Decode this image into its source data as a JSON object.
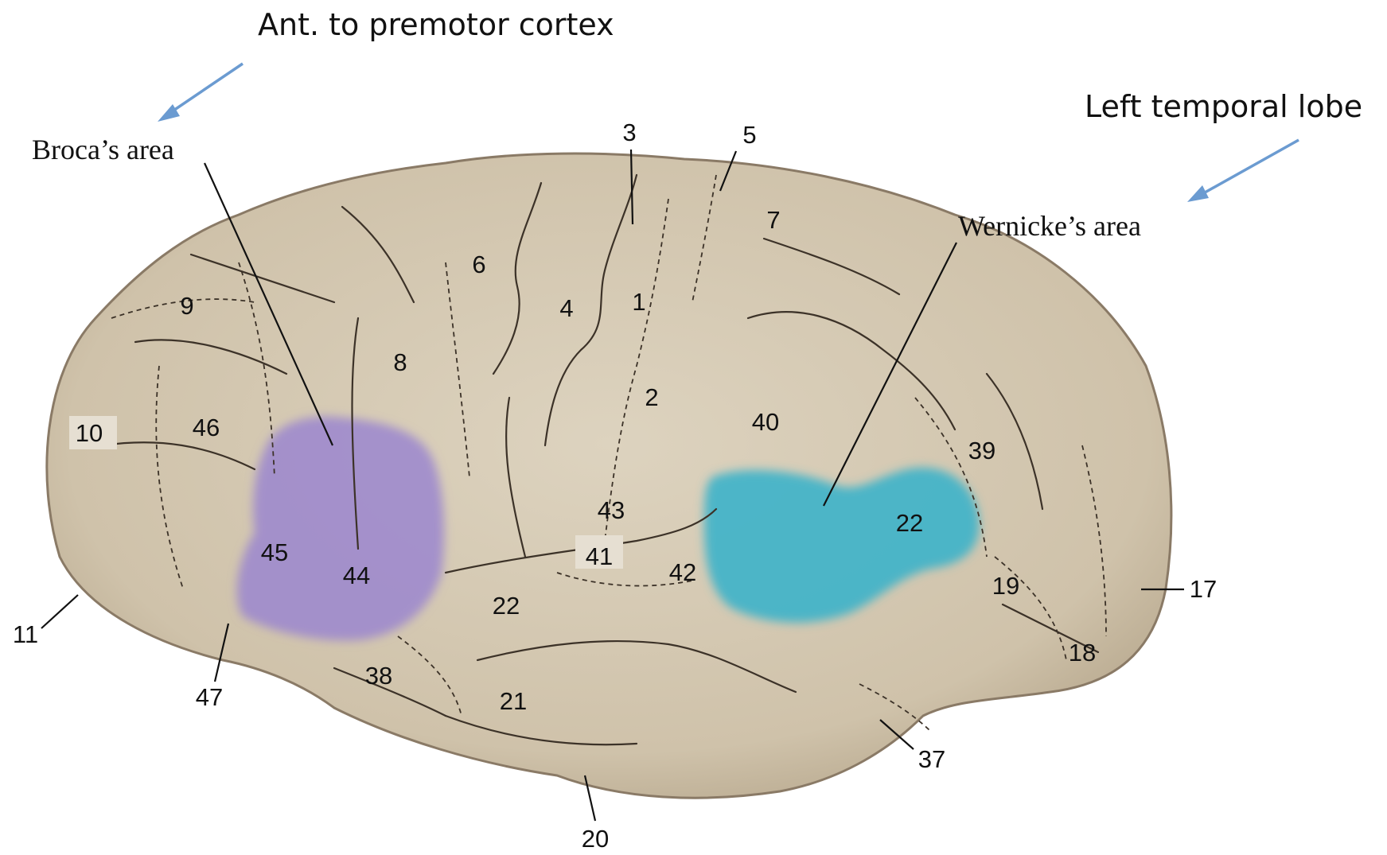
{
  "annotations": {
    "top_left": "Ant. to premotor cortex",
    "top_right": "Left temporal lobe"
  },
  "callouts": {
    "broca": "Broca’s area",
    "wernicke": "Wernicke’s area"
  },
  "areas": {
    "a1": "1",
    "a2": "2",
    "a3": "3",
    "a4": "4",
    "a5": "5",
    "a6": "6",
    "a7": "7",
    "a8": "8",
    "a9": "9",
    "a10": "10",
    "a11": "11",
    "a17": "17",
    "a18": "18",
    "a19": "19",
    "a20": "20",
    "a21": "21",
    "a22_sup": "22",
    "a22_wer": "22",
    "a37": "37",
    "a38": "38",
    "a39": "39",
    "a40": "40",
    "a41": "41",
    "a42": "42",
    "a43": "43",
    "a44": "44",
    "a45": "45",
    "a46": "46",
    "a47": "47"
  },
  "colors": {
    "cortex": "#d5c9b3",
    "cortex_outline": "#8a7a66",
    "broca_highlight": "#9b86cf",
    "wernicke_highlight": "#3fb3c9",
    "arrow": "#6b9bd1"
  }
}
